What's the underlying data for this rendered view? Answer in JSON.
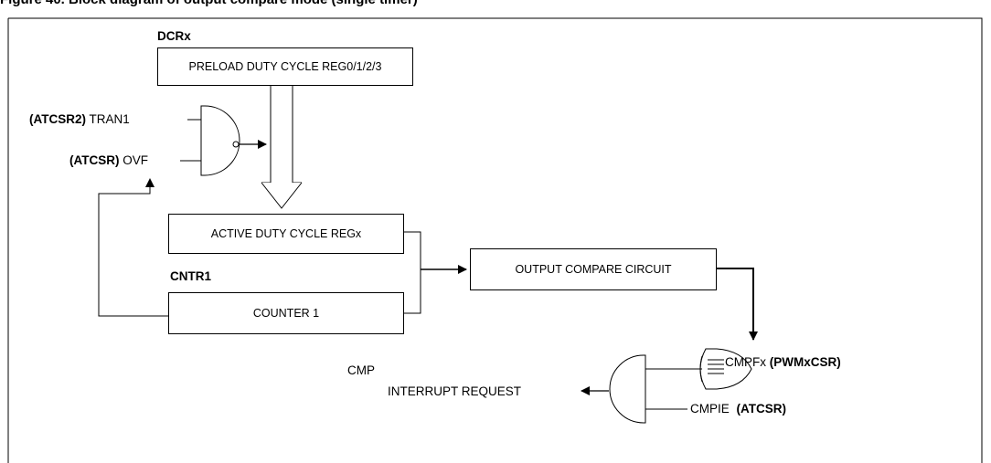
{
  "figure": {
    "caption": "Figure 40. Block diagram of output compare mode (single timer)"
  },
  "blocks": {
    "preload": {
      "label": "PRELOAD DUTY CYCLE REG0/1/2/3",
      "register": "DCRx"
    },
    "active": {
      "label": "ACTIVE DUTY CYCLE REGx"
    },
    "counter": {
      "label": "COUNTER 1",
      "register": "CNTR1"
    },
    "compare": {
      "label": "OUTPUT COMPARE CIRCUIT"
    }
  },
  "signals": {
    "tran1": {
      "reg": "(ATCSR2)",
      "name": "TRAN1"
    },
    "ovf": {
      "reg": "(ATCSR)",
      "name": "OVF"
    },
    "cmpf": {
      "name": "CMPFx",
      "reg": "(PWMxCSR)"
    },
    "cmpie": {
      "name": "CMPIE",
      "reg": "(ATCSR)"
    },
    "interrupt_line1": "CMP",
    "interrupt_line2": "INTERRUPT REQUEST"
  }
}
